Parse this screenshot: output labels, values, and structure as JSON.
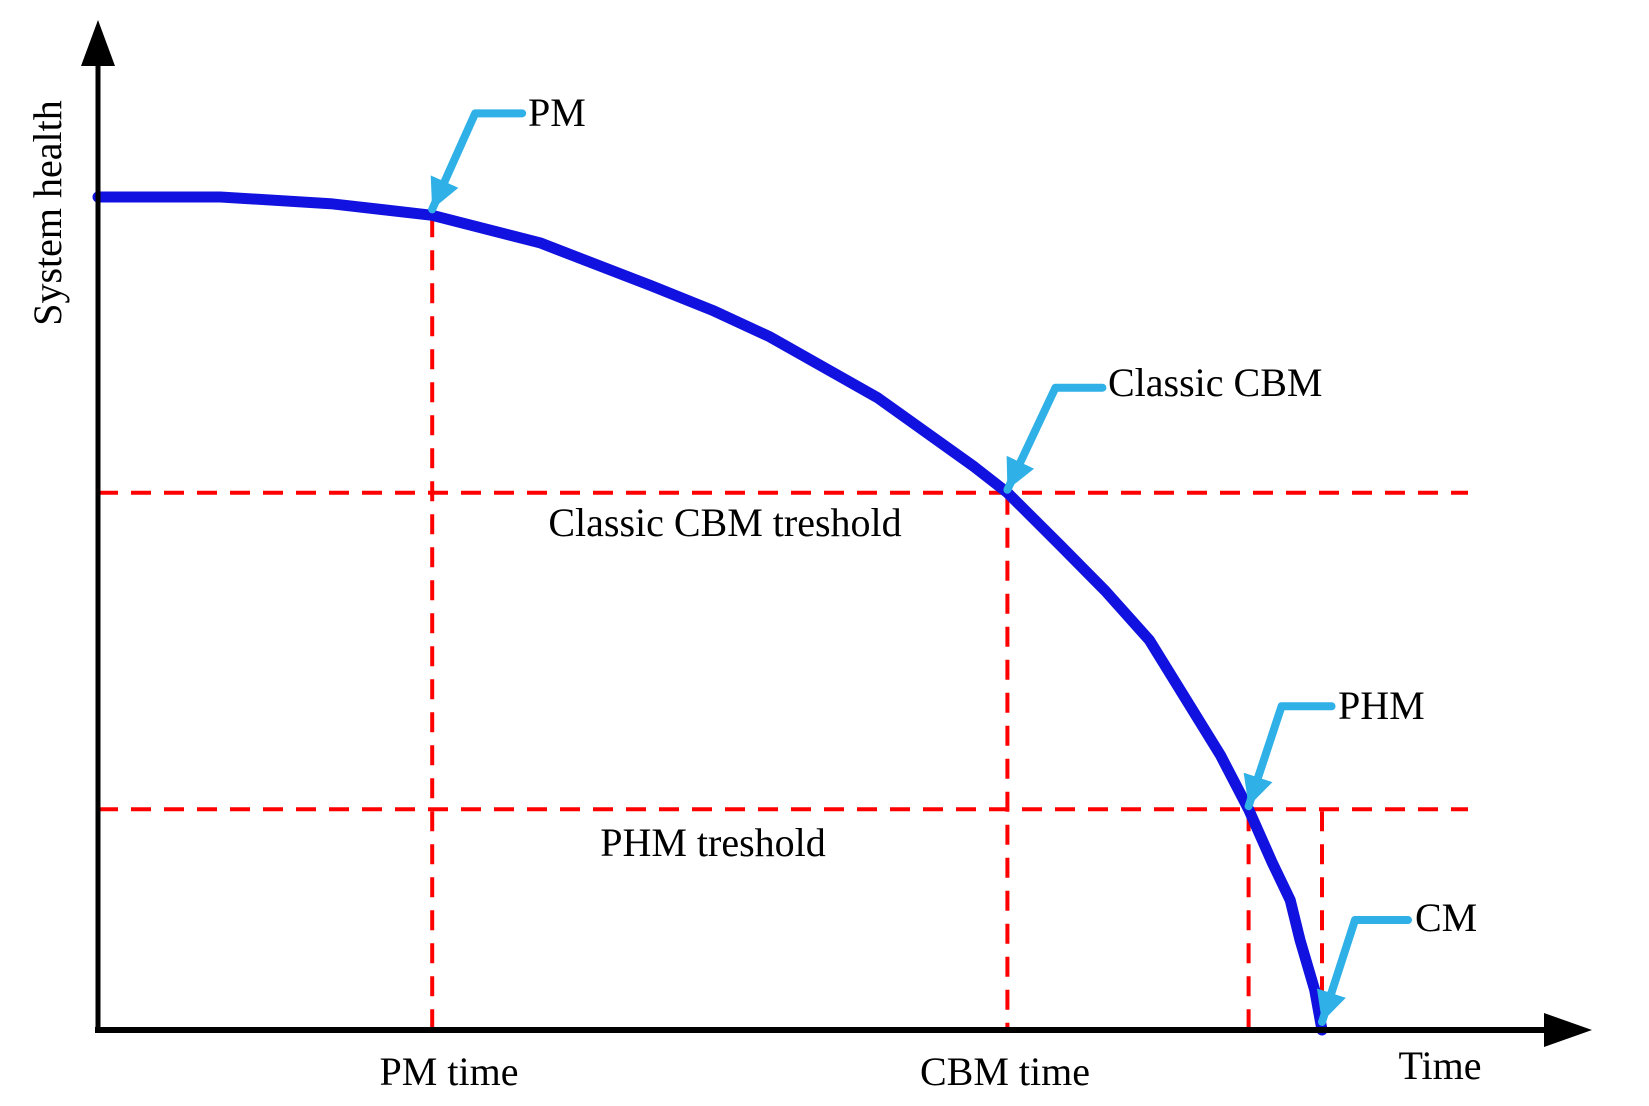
{
  "figure": {
    "y_axis_label": "System health",
    "x_axis_label": "Time",
    "annotations": {
      "pm": "PM",
      "classic_cbm": "Classic CBM",
      "phm": "PHM",
      "cm": "CM"
    },
    "threshold_labels": {
      "classic_cbm": "Classic CBM treshold",
      "phm": "PHM treshold"
    },
    "time_labels": {
      "pm": "PM time",
      "cbm": "CBM time"
    }
  },
  "colors": {
    "curve_blue": "#1212e0",
    "callout_cyan": "#2fb0e6",
    "dashed_red": "#ff0000",
    "axis_black": "#000000",
    "background": "#ffffff"
  },
  "chart_data": {
    "type": "line",
    "title": "",
    "xlabel": "Time",
    "ylabel": "System health",
    "x_range": [
      0,
      1
    ],
    "y_range": [
      0,
      1
    ],
    "grid": false,
    "legend": false,
    "curve": {
      "name": "system-health-degradation",
      "x": [
        0,
        0.1,
        0.19,
        0.273,
        0.361,
        0.451,
        0.502,
        0.549,
        0.637,
        0.716,
        0.743,
        0.786,
        0.823,
        0.859,
        0.917,
        0.94,
        0.959,
        0.974,
        0.982,
        0.994,
        1.0
      ],
      "y": [
        1.0,
        1.0,
        0.992,
        0.978,
        0.945,
        0.894,
        0.864,
        0.832,
        0.759,
        0.676,
        0.645,
        0.582,
        0.527,
        0.468,
        0.33,
        0.265,
        0.202,
        0.156,
        0.108,
        0.048,
        0.0
      ]
    },
    "events": [
      {
        "key": "pm",
        "label": "PM",
        "x": 0.273,
        "y": 0.978
      },
      {
        "key": "classic_cbm",
        "label": "Classic CBM",
        "x": 0.743,
        "y": 0.645
      },
      {
        "key": "phm",
        "label": "PHM",
        "x": 0.94,
        "y": 0.265
      },
      {
        "key": "cm",
        "label": "CM",
        "x": 1.0,
        "y": 0.0
      }
    ],
    "thresholds": [
      {
        "key": "classic_cbm",
        "label": "Classic CBM treshold",
        "y": 0.645
      },
      {
        "key": "phm",
        "label": "PHM treshold",
        "y": 0.265
      }
    ],
    "vertical_dashed_lines": [
      {
        "key": "pm_time",
        "x": 0.273,
        "y_top": 0.978
      },
      {
        "key": "cbm_time",
        "x": 0.743,
        "y_top": 0.645
      },
      {
        "key": "phm_time",
        "x": 0.94,
        "y_top": 0.265
      },
      {
        "key": "cm_time",
        "x": 1.0,
        "y_top": 0.265
      }
    ],
    "time_axis_labels": [
      {
        "key": "pm_time",
        "label": "PM time",
        "x": 0.273
      },
      {
        "key": "cbm_time",
        "label": "CBM time",
        "x": 0.743
      }
    ]
  }
}
